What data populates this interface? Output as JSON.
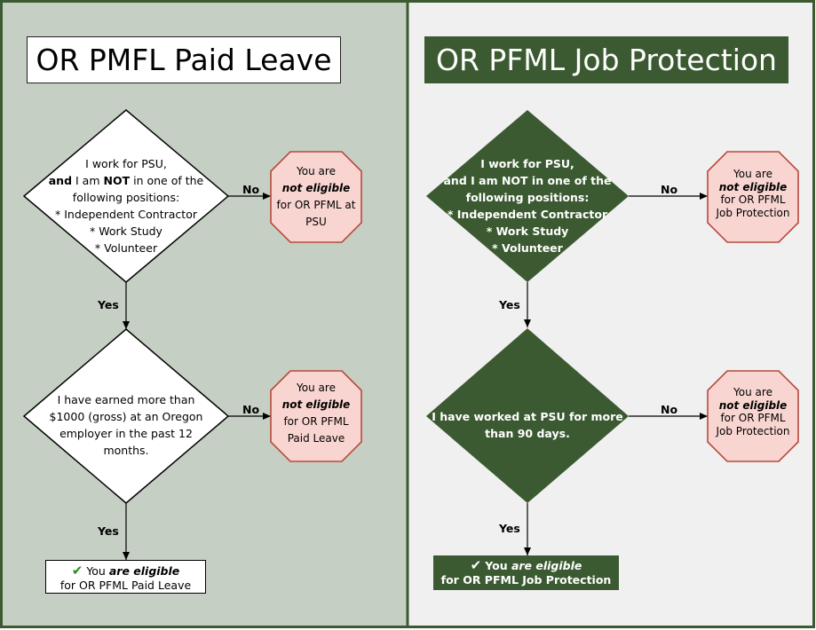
{
  "colors": {
    "left_panel_bg": "#c6cfc4",
    "right_panel_bg": "#f0f0f0",
    "border": "#3b5a31",
    "dark_green": "#3b5a31",
    "stop_fill": "#f8d5d1",
    "stop_stroke": "#b84a3c",
    "check_green": "#2c8a22"
  },
  "left": {
    "title": "OR PMFL Paid Leave",
    "decision1": {
      "line1": "I work for PSU,",
      "line2_bold": "and",
      "line2_a": " I am ",
      "line2_bold2": "NOT",
      "line2_b": " in one of the",
      "line3": "following positions:",
      "line4": "* Independent Contractor",
      "line5": "* Work Study",
      "line6": "* Volunteer"
    },
    "no_label_1": "No",
    "yes_label_1": "Yes",
    "stop1": {
      "line1": "You are",
      "line2": "not eligible",
      "line3": "for OR PFML at",
      "line4": "PSU"
    },
    "decision2": {
      "line1": "I have earned more than",
      "line2": "$1000 (gross) at an Oregon",
      "line3": "employer in the past 12",
      "line4": "months."
    },
    "no_label_2": "No",
    "yes_label_2": "Yes",
    "stop2": {
      "line1": "You are",
      "line2": "not eligible",
      "line3": "for OR PFML",
      "line4": "Paid Leave"
    },
    "eligible": {
      "prefix": "You ",
      "emph": "are eligible",
      "line2": "for OR PFML Paid Leave"
    }
  },
  "right": {
    "title": "OR PFML Job Protection",
    "decision1": {
      "line1": "I work for PSU,",
      "line2": "and I am NOT in one of the",
      "line3": "following positions:",
      "line4": "* Independent Contractor",
      "line5": "* Work Study",
      "line6": "* Volunteer"
    },
    "no_label_1": "No",
    "yes_label_1": "Yes",
    "stop1": {
      "line1": "You are",
      "line2": "not eligible",
      "line3": "for OR PFML",
      "line4": "Job Protection"
    },
    "decision2": {
      "line1": "I have worked at PSU for more",
      "line2": "than 90 days."
    },
    "no_label_2": "No",
    "yes_label_2": "Yes",
    "stop2": {
      "line1": "You are",
      "line2": "not eligible",
      "line3": "for OR PFML",
      "line4": "Job Protection"
    },
    "eligible": {
      "prefix": "You ",
      "emph": "are eligible",
      "line2": "for OR PFML Job Protection"
    }
  }
}
